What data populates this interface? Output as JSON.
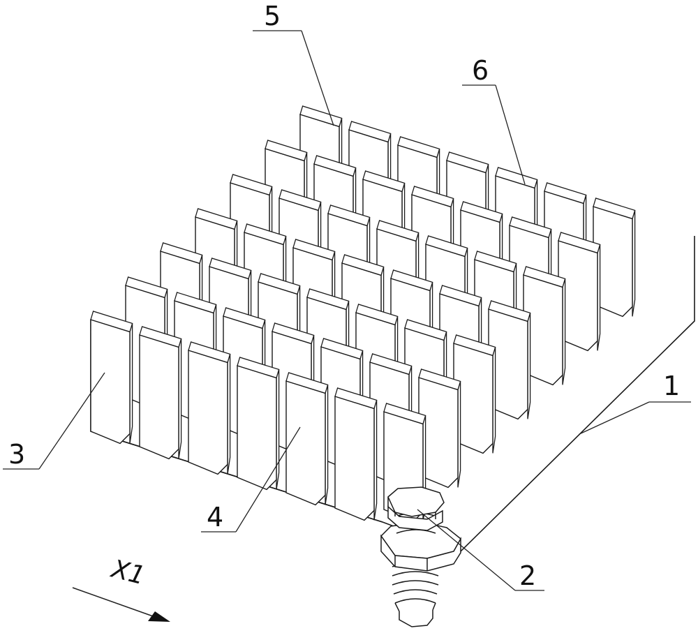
{
  "drawing": {
    "labels": {
      "base_plate": "1",
      "spring_screw": "2",
      "side_fin": "3",
      "middle_fin": "4",
      "fin_column": "5",
      "fin_tip": "6"
    },
    "direction_label": "X1"
  },
  "colors": {
    "line": "#1a1a1a",
    "leader": "#222222",
    "background": "#ffffff",
    "faint_line": "#c8c8c8"
  },
  "fin_grid": {
    "rows": 7,
    "columns": 7
  }
}
